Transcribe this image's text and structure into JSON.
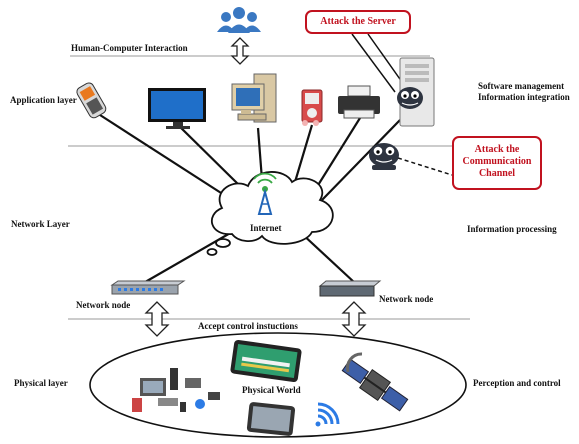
{
  "labels": {
    "hci": "Human-Computer Interaction",
    "application_layer": "Application layer",
    "network_layer": "Network Layer",
    "physical_layer": "Physical layer",
    "software_mgmt_1": "Software management",
    "software_mgmt_2": "Information integration",
    "info_processing": "Information processing",
    "perception": "Perception and control",
    "internet": "Internet",
    "network_node_left": "Network node",
    "network_node_right": "Network node",
    "accept_control": "Accept control instuctions",
    "physical_world": "Physical World"
  },
  "callouts": {
    "attack_server": "Attack the Server",
    "attack_channel_1": "Attack the",
    "attack_channel_2": "Communication",
    "attack_channel_3": "Channel"
  },
  "colors": {
    "attack_red": "#c1121f",
    "users_blue": "#3a78c2",
    "line": "#111111",
    "divider": "#9a9a9a"
  }
}
